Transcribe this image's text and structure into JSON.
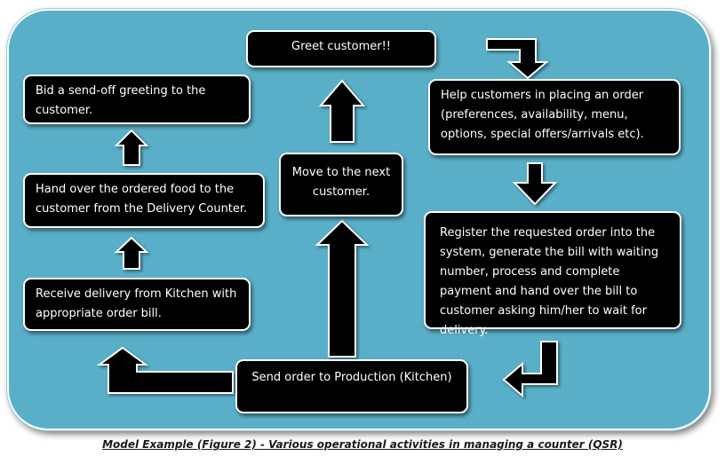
{
  "boxes": {
    "greet": "Greet customer!!",
    "help": "Help customers in placing an order (preferences, availability, menu, options, special offers/arrivals etc).",
    "register": "Register the requested order into the system, generate the bill with waiting number, process and complete payment and hand over the bill to customer asking him/her to wait for delivery.",
    "send": "Send order to Production (Kitchen)",
    "receive": "Receive delivery from Kitchen with appropriate order bill.",
    "handover": "Hand over the ordered food to the customer from the Delivery Counter.",
    "bid": "Bid a send-off greeting to the customer.",
    "next": "Move to the next customer."
  },
  "caption": "Model Example (Figure 2) - Various operational activities in managing a counter (QSR)",
  "colors": {
    "panel_fill": "#5aafc8",
    "box_fill": "#000000",
    "box_text": "#ffffff"
  }
}
